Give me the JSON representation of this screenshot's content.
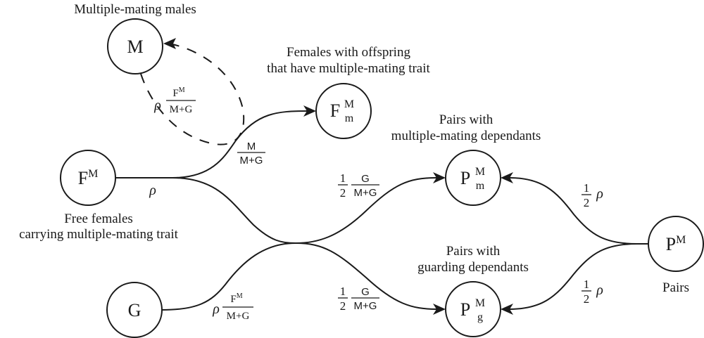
{
  "diagram": {
    "nodes": {
      "M": {
        "main": "M",
        "sup": "",
        "sub": "",
        "caption": [
          "Multiple-mating males"
        ]
      },
      "FM": {
        "main": "F",
        "sup": "M",
        "sub": "",
        "caption": [
          "Free females",
          "carrying multiple-mating trait"
        ]
      },
      "FMm": {
        "main": "F",
        "sup": "M",
        "sub": "m",
        "caption": [
          "Females with offspring",
          "that have multiple-mating trait"
        ]
      },
      "G": {
        "main": "G",
        "sup": "",
        "sub": "",
        "caption": []
      },
      "PMm": {
        "main": "P",
        "sup": "M",
        "sub": "m",
        "caption": [
          "Pairs with",
          "multiple-mating dependants"
        ]
      },
      "PMg": {
        "main": "P",
        "sup": "M",
        "sub": "g",
        "caption": [
          "Pairs with",
          "guarding dependants"
        ]
      },
      "PM": {
        "main": "P",
        "sup": "M",
        "sub": "",
        "caption": [
          "Pairs"
        ]
      }
    },
    "edges": {
      "FM_out": {
        "from": "FM",
        "label_rho": "ρ",
        "style": "solid"
      },
      "FM_to_M": {
        "from": "M",
        "to": "M",
        "style": "dashed",
        "rate": {
          "rho": "ρ",
          "num_main": "F",
          "num_sup": "M",
          "den": "M+G"
        }
      },
      "FM_to_FMm": {
        "to": "FMm",
        "style": "solid",
        "rate": {
          "num": "M",
          "den": "M+G"
        }
      },
      "FM_to_PMm": {
        "to": "PMm",
        "style": "solid",
        "rate": {
          "half_num": "1",
          "half_den": "2",
          "num": "G",
          "den": "M+G"
        }
      },
      "G_to_PMg": {
        "from": "G",
        "to": "PMg",
        "style": "solid",
        "rate": {
          "half_num": "1",
          "half_den": "2",
          "num": "G",
          "den": "M+G"
        }
      },
      "G_out": {
        "from": "G",
        "rate": {
          "rho": "ρ",
          "num_main": "F",
          "num_sup": "M",
          "den": "M+G"
        }
      },
      "PM_to_PMm": {
        "from": "PM",
        "to": "PMm",
        "style": "solid",
        "rate": {
          "half_num": "1",
          "half_den": "2",
          "rho": "ρ"
        }
      },
      "PM_to_PMg": {
        "from": "PM",
        "to": "PMg",
        "style": "solid",
        "rate": {
          "half_num": "1",
          "half_den": "2",
          "rho": "ρ"
        }
      }
    }
  }
}
